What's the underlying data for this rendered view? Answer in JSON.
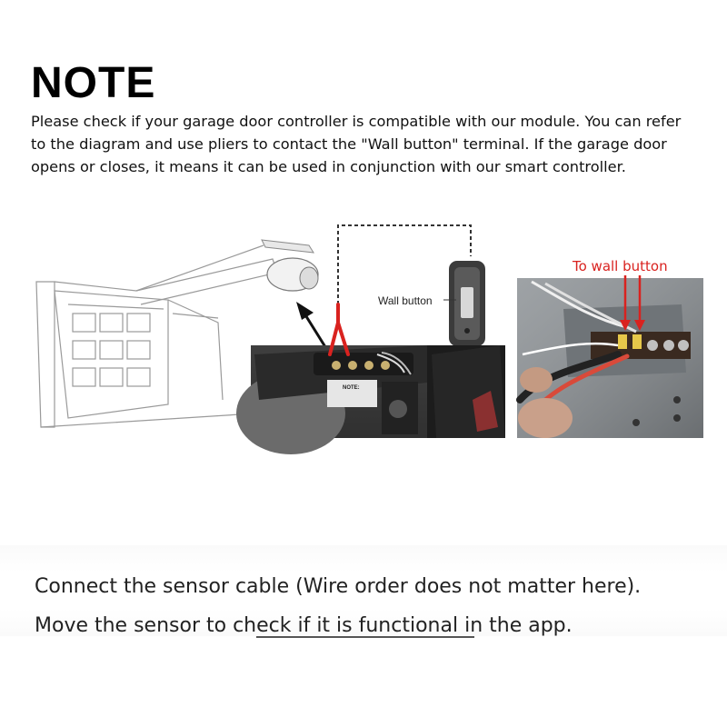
{
  "note": {
    "title": "NOTE",
    "lines": [
      "Please check if your garage door controller is compatible with our module. You can refer",
      "to the diagram and use pliers to contact the \"Wall button\" terminal. If the garage door",
      "opens or closes, it means it can be used in conjunction with our smart controller."
    ]
  },
  "diagram": {
    "wall_button_label": "Wall button",
    "to_wall_button_label": "To wall button",
    "sticker_text": "NOTE:"
  },
  "instructions": {
    "lines": [
      "Connect the sensor cable (Wire order does not matter here).",
      "Move the sensor to check if it is functional in the app."
    ]
  },
  "colors": {
    "accent_red": "#d9221f",
    "photo_dark": "#3a3a3a"
  }
}
